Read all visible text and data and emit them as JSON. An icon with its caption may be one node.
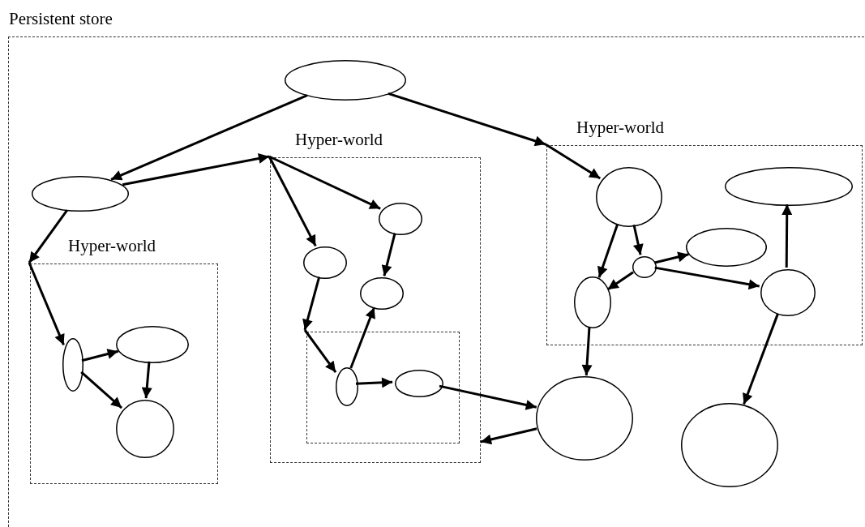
{
  "diagram": {
    "nodes": [
      {
        "text": [
          "Persistent store"
        ]
      },
      {
        "text": [],
        "shape": "ellipse",
        "in": 0
      },
      {
        "text": [],
        "shape": "ellipse",
        "in": 0
      },
      {
        "text": [
          "Hyper-world"
        ],
        "in": 0
      },
      {
        "text": [],
        "shape": "ellipse",
        "in": 3
      },
      {
        "text": [],
        "shape": "ellipse",
        "in": 3
      },
      {
        "text": [],
        "shape": "circle",
        "in": 3
      },
      {
        "text": [
          "Hyper-world"
        ],
        "in": 0
      },
      {
        "text": [],
        "shape": "ellipse",
        "in": 7
      },
      {
        "text": [],
        "shape": "ellipse",
        "in": 7
      },
      {
        "text": [],
        "shape": "ellipse",
        "in": 7
      },
      {
        "text": [],
        "shape": "box",
        "in": 7
      },
      {
        "text": [],
        "shape": "ellipse",
        "in": 11
      },
      {
        "text": [],
        "shape": "ellipse",
        "in": 11
      },
      {
        "text": [
          "Hyper-world"
        ],
        "in": 0
      },
      {
        "text": [],
        "shape": "circle",
        "in": 14
      },
      {
        "text": [],
        "shape": "circle",
        "in": 14
      },
      {
        "text": [],
        "shape": "ellipse",
        "in": 14
      },
      {
        "text": [],
        "shape": "ellipse",
        "in": 14
      },
      {
        "text": [],
        "shape": "ellipse",
        "in": 14
      },
      {
        "text": [],
        "shape": "circle",
        "in": 14
      },
      {
        "text": [],
        "shape": "circle",
        "in": 0
      },
      {
        "text": [],
        "shape": "circle",
        "in": 0
      }
    ],
    "edges": [
      {
        "from": 1,
        "to": 2,
        "arrow": "to"
      },
      {
        "from": 1,
        "to": 14,
        "arrow": "to"
      },
      {
        "from": 2,
        "to": 7,
        "arrow": "to"
      },
      {
        "from": 2,
        "to": 3,
        "arrow": "to"
      },
      {
        "from": 3,
        "to": 4,
        "arrow": "to"
      },
      {
        "from": 4,
        "to": 5,
        "arrow": "to"
      },
      {
        "from": 4,
        "to": 6,
        "arrow": "to"
      },
      {
        "from": 5,
        "to": 6,
        "arrow": "to"
      },
      {
        "from": 7,
        "to": 8,
        "arrow": "to"
      },
      {
        "from": 7,
        "to": 9,
        "arrow": "to"
      },
      {
        "from": 9,
        "to": 10,
        "arrow": "to"
      },
      {
        "from": 8,
        "to": 11,
        "arrow": "to"
      },
      {
        "from": 11,
        "to": 12,
        "arrow": "to"
      },
      {
        "from": 12,
        "to": 10,
        "arrow": "to"
      },
      {
        "from": 12,
        "to": 13,
        "arrow": "to"
      },
      {
        "from": 13,
        "to": 21,
        "arrow": "to"
      },
      {
        "from": 21,
        "to": 7,
        "arrow": "to"
      },
      {
        "from": 14,
        "to": 15,
        "arrow": "to"
      },
      {
        "from": 15,
        "to": 18,
        "arrow": "to"
      },
      {
        "from": 15,
        "to": 16,
        "arrow": "to"
      },
      {
        "from": 16,
        "to": 17,
        "arrow": "to"
      },
      {
        "from": 16,
        "to": 18,
        "arrow": "to"
      },
      {
        "from": 16,
        "to": 20,
        "arrow": "to"
      },
      {
        "from": 20,
        "to": 19,
        "arrow": "to"
      },
      {
        "from": 18,
        "to": 21,
        "arrow": "to"
      },
      {
        "from": 20,
        "to": 22,
        "arrow": "to"
      }
    ]
  }
}
